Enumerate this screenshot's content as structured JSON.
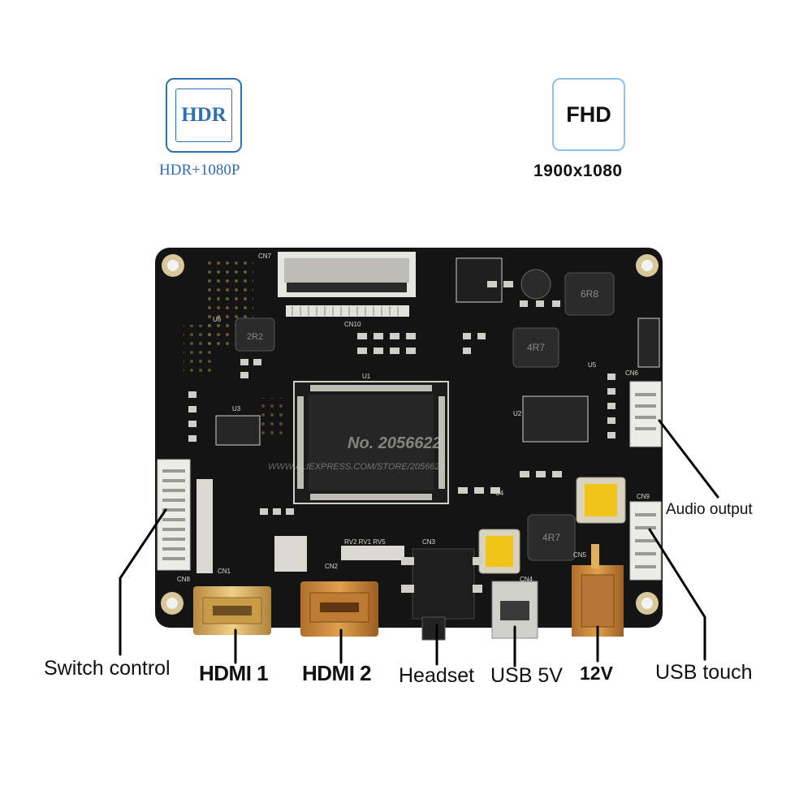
{
  "badges": {
    "hdr": {
      "text": "HDR",
      "subtitle": "HDR+1080P",
      "color": "#2f6fb4"
    },
    "fhd": {
      "text": "FHD",
      "subtitle": "1900x1080",
      "color": "#8fc1e6"
    }
  },
  "labels": {
    "switch_control": "Switch control",
    "hdmi1": "HDMI 1",
    "hdmi2": "HDMI 2",
    "headset": "Headset",
    "usb5v": "USB 5V",
    "v12": "12V",
    "usb_touch": "USB touch",
    "audio_output": "Audio output"
  },
  "board": {
    "silkscreen": {
      "cn7": "CN7",
      "cn10": "CN10",
      "cn6": "CN6",
      "cn9": "CN9",
      "cn8": "CN8",
      "cn1": "CN1",
      "cn2": "CN2",
      "cn3": "CN3",
      "cn4": "CN4",
      "cn5": "CN5",
      "u1": "U1",
      "u2": "U2",
      "u3": "U3",
      "u4": "U4",
      "u5": "U5",
      "u6": "U6",
      "ind_2r2": "2R2",
      "ind_4r7": "4R7",
      "ind_6r8": "6R8",
      "ind_4r7b": "4R7",
      "rv": "RV2  RV1  RV5"
    },
    "watermark": "No. 2056622",
    "watermark_url": "WWW.ALIEXPRESS.COM/STORE/2056624"
  },
  "colors": {
    "pcb": "#151515",
    "pad": "#cfcfc8",
    "gold": "#d7b26a",
    "text": "#111111"
  }
}
